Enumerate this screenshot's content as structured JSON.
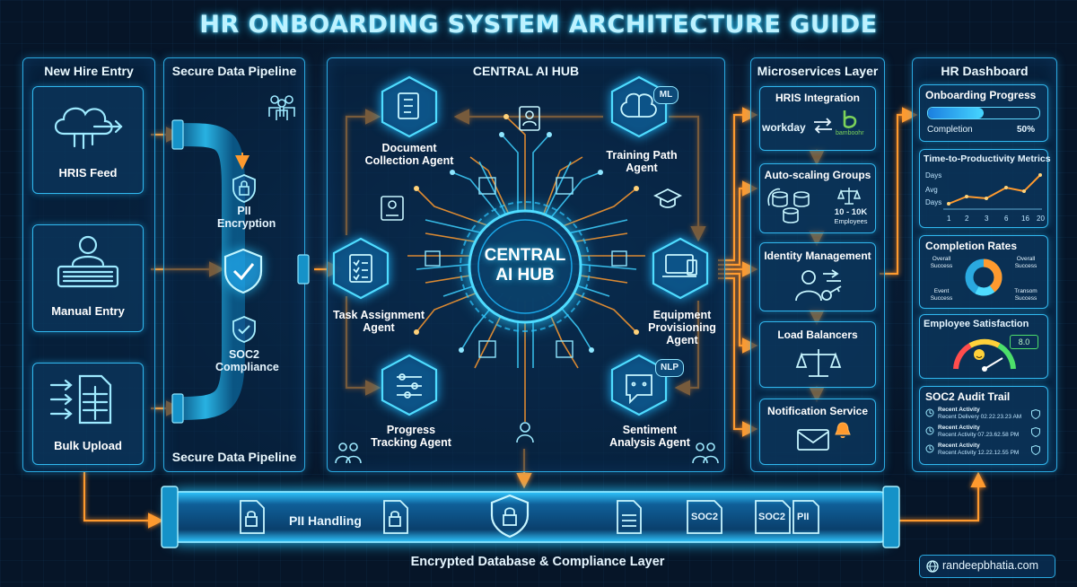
{
  "title": "HR ONBOARDING SYSTEM ARCHITECTURE GUIDE",
  "new_hire_entry": {
    "title": "New Hire Entry",
    "cards": [
      {
        "label": "HRIS Feed",
        "icon": "cloud-upload-icon"
      },
      {
        "label": "Manual Entry",
        "icon": "person-keyboard-icon"
      },
      {
        "label": "Bulk Upload",
        "icon": "spreadsheet-icon"
      }
    ]
  },
  "pipeline": {
    "title": "Secure Data Pipeline",
    "footer": "Secure Data Pipeline",
    "stages": [
      {
        "label": "PII Encryption",
        "icon": "lock-shield-icon"
      },
      {
        "label": "",
        "icon": "check-shield-icon"
      },
      {
        "label": "SOC2 Compliance",
        "icon": "badge-icon"
      }
    ]
  },
  "hub": {
    "panel_title": "CENTRAL AI HUB",
    "core_line1": "CENTRAL",
    "core_line2": "AI HUB",
    "agents": [
      {
        "line1": "Document",
        "line2": "Collection Agent",
        "icon": "clipboard-icon"
      },
      {
        "line1": "Training Path",
        "line2": "Agent",
        "icon": "brain-icon",
        "badge": "ML"
      },
      {
        "line1": "Task Assignment",
        "line2": "Agent",
        "icon": "checklist-icon"
      },
      {
        "line1": "Equipment",
        "line2": "Provisioning",
        "line3": "Agent",
        "icon": "devices-icon"
      },
      {
        "line1": "Progress",
        "line2": "Tracking Agent",
        "icon": "progress-icon"
      },
      {
        "line1": "Sentiment",
        "line2": "Analysis Agent",
        "icon": "chat-face-icon",
        "badge": "NLP"
      }
    ]
  },
  "microservices": {
    "title": "Microservices Layer",
    "services": [
      {
        "label": "HRIS Integration",
        "brand1": "workday",
        "brand2": "bamboohr"
      },
      {
        "label": "Auto-scaling Groups",
        "range": "10 - 10K",
        "range_unit": "Employees"
      },
      {
        "label": "Identity Management"
      },
      {
        "label": "Load Balancers"
      },
      {
        "label": "Notification Service"
      }
    ]
  },
  "dashboard": {
    "title": "HR Dashboard",
    "progress": {
      "label": "Onboarding Progress",
      "caption": "Completion",
      "value_text": "50%",
      "fraction": 0.5
    },
    "metrics": {
      "label": "Time-to-Productivity Metrics",
      "y_ticks": [
        "Days",
        "Avg",
        "Days"
      ],
      "x_ticks": [
        "1",
        "2",
        "3",
        "6",
        "16",
        "20"
      ]
    },
    "completion": {
      "label": "Completion Rates",
      "legend": [
        "Overall Success",
        "Overall Success",
        "Event Success",
        "Transom Success"
      ]
    },
    "satisfaction": {
      "label": "Employee Satisfaction",
      "score": "8.0"
    },
    "audit": {
      "label": "SOC2 Audit Trail",
      "entries": [
        {
          "title": "Recent Activity",
          "detail": "Recent Delivery 02.22.23.23 AM"
        },
        {
          "title": "Recent Activity",
          "detail": "Recent Activity 07.23.62.58 PM"
        },
        {
          "title": "Recent Activity",
          "detail": "Recent Activity 12.22.12.55 PM"
        }
      ]
    }
  },
  "database": {
    "label": "Encrypted Database & Compliance Layer",
    "pii_label": "PII Handling",
    "soc2_a": "SOC2",
    "soc2_b": "SOC2",
    "pii_badge": "PII"
  },
  "watermark": "randeepbhatia.com",
  "colors": {
    "accent_cyan": "#2fc6ff",
    "accent_orange": "#ff9a2e",
    "background": "#061528",
    "gauge_green": "#4ddf6a"
  }
}
